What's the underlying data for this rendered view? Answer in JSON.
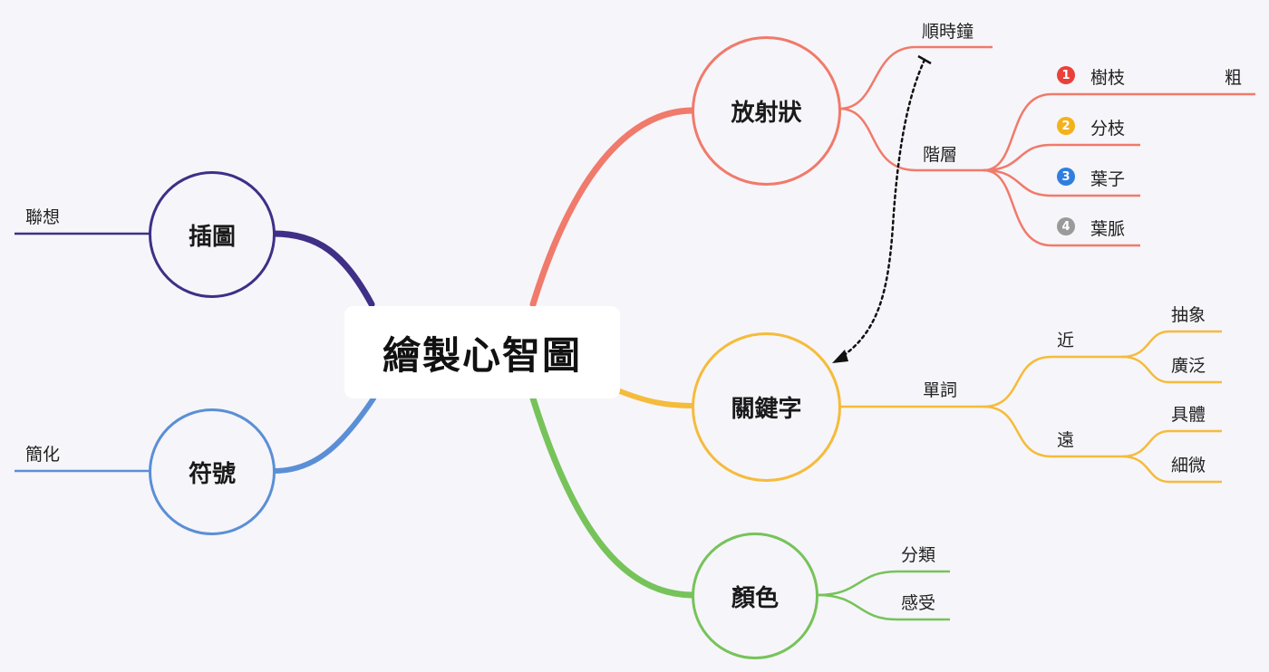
{
  "title": "繪製心智圖",
  "colors": {
    "radial": "#f07a6b",
    "keyword": "#f5bb3b",
    "color": "#76c35a",
    "illustration": "#3f2f86",
    "symbol": "#5a8fd6",
    "num1": "#e8413b",
    "num2": "#f3b21c",
    "num3": "#2f7fe0",
    "num4": "#9a9a9a"
  },
  "nodes": {
    "radial": "放射狀",
    "keyword": "關鍵字",
    "color": "顏色",
    "illustration": "插圖",
    "symbol": "符號"
  },
  "radial_branch": {
    "clockwise": "順時鐘",
    "hierarchy": "階層",
    "levels": [
      {
        "n": "1",
        "label": "樹枝",
        "note": "粗"
      },
      {
        "n": "2",
        "label": "分枝"
      },
      {
        "n": "3",
        "label": "葉子"
      },
      {
        "n": "4",
        "label": "葉脈"
      }
    ]
  },
  "keyword_branch": {
    "word": "單詞",
    "near": "近",
    "far": "遠",
    "abstract": "抽象",
    "broad": "廣泛",
    "concrete": "具體",
    "detailed": "細微"
  },
  "color_branch": {
    "classify": "分類",
    "feeling": "感受"
  },
  "illustration_branch": {
    "association": "聯想"
  },
  "symbol_branch": {
    "simplify": "簡化"
  }
}
